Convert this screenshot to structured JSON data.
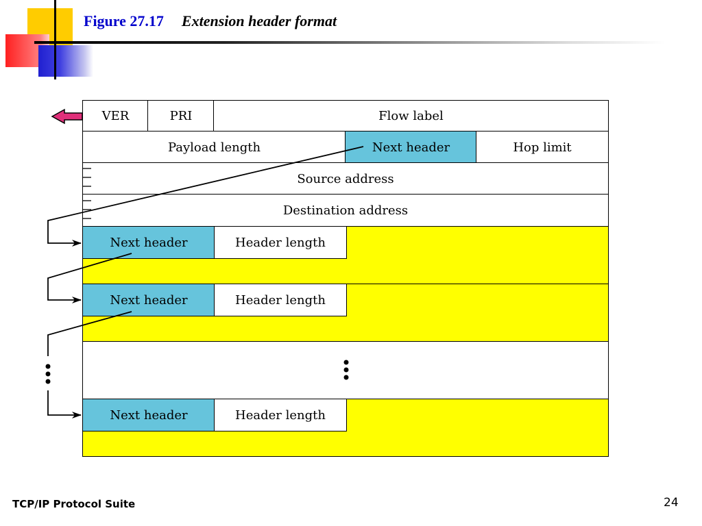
{
  "slide": {
    "figure_number": "Figure 27.17",
    "figure_caption": "Extension header format",
    "footer_text": "TCP/IP Protocol Suite",
    "page_number": "24"
  },
  "diagram": {
    "base_header": {
      "ver": "VER",
      "pri": "PRI",
      "flow_label": "Flow label",
      "payload_length": "Payload length",
      "next_header": "Next header",
      "hop_limit": "Hop limit",
      "source_address": "Source address",
      "destination_address": "Destination address"
    },
    "extension_headers": [
      {
        "next_header": "Next header",
        "header_length": "Header length"
      },
      {
        "next_header": "Next header",
        "header_length": "Header length"
      },
      {
        "next_header": "Next header",
        "header_length": "Header length"
      }
    ],
    "colors": {
      "next_header_fill": "#66c4dc",
      "extension_body_fill": "#ffff00",
      "arrow_fill": "#e0307a",
      "title_color": "#0000cc"
    }
  }
}
